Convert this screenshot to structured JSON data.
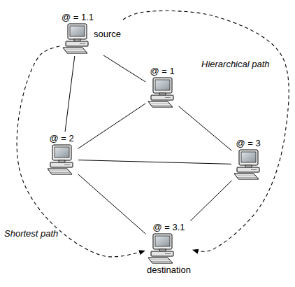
{
  "diagram": {
    "nodes": [
      {
        "text": [
          "@ = 1.1",
          "source"
        ]
      },
      {
        "text": [
          "@ = 1"
        ]
      },
      {
        "text": [
          "@ = 2"
        ]
      },
      {
        "text": [
          "@ = 3"
        ]
      },
      {
        "text": [
          "@ = 3.1",
          "destination"
        ]
      }
    ],
    "edges": [
      {
        "from": 0,
        "to": 1,
        "arrow": "none"
      },
      {
        "from": 0,
        "to": 2,
        "arrow": "none"
      },
      {
        "from": 1,
        "to": 2,
        "arrow": "none"
      },
      {
        "from": 1,
        "to": 3,
        "arrow": "none"
      },
      {
        "from": 2,
        "to": 3,
        "arrow": "none"
      },
      {
        "from": 2,
        "to": 4,
        "arrow": "none"
      },
      {
        "from": 3,
        "to": 4,
        "arrow": "none"
      },
      {
        "from": 0,
        "to": 4,
        "arrow": "to",
        "label": "Hierarchical path"
      },
      {
        "from": 0,
        "to": 4,
        "arrow": "to",
        "label": "Shortest path"
      }
    ]
  }
}
